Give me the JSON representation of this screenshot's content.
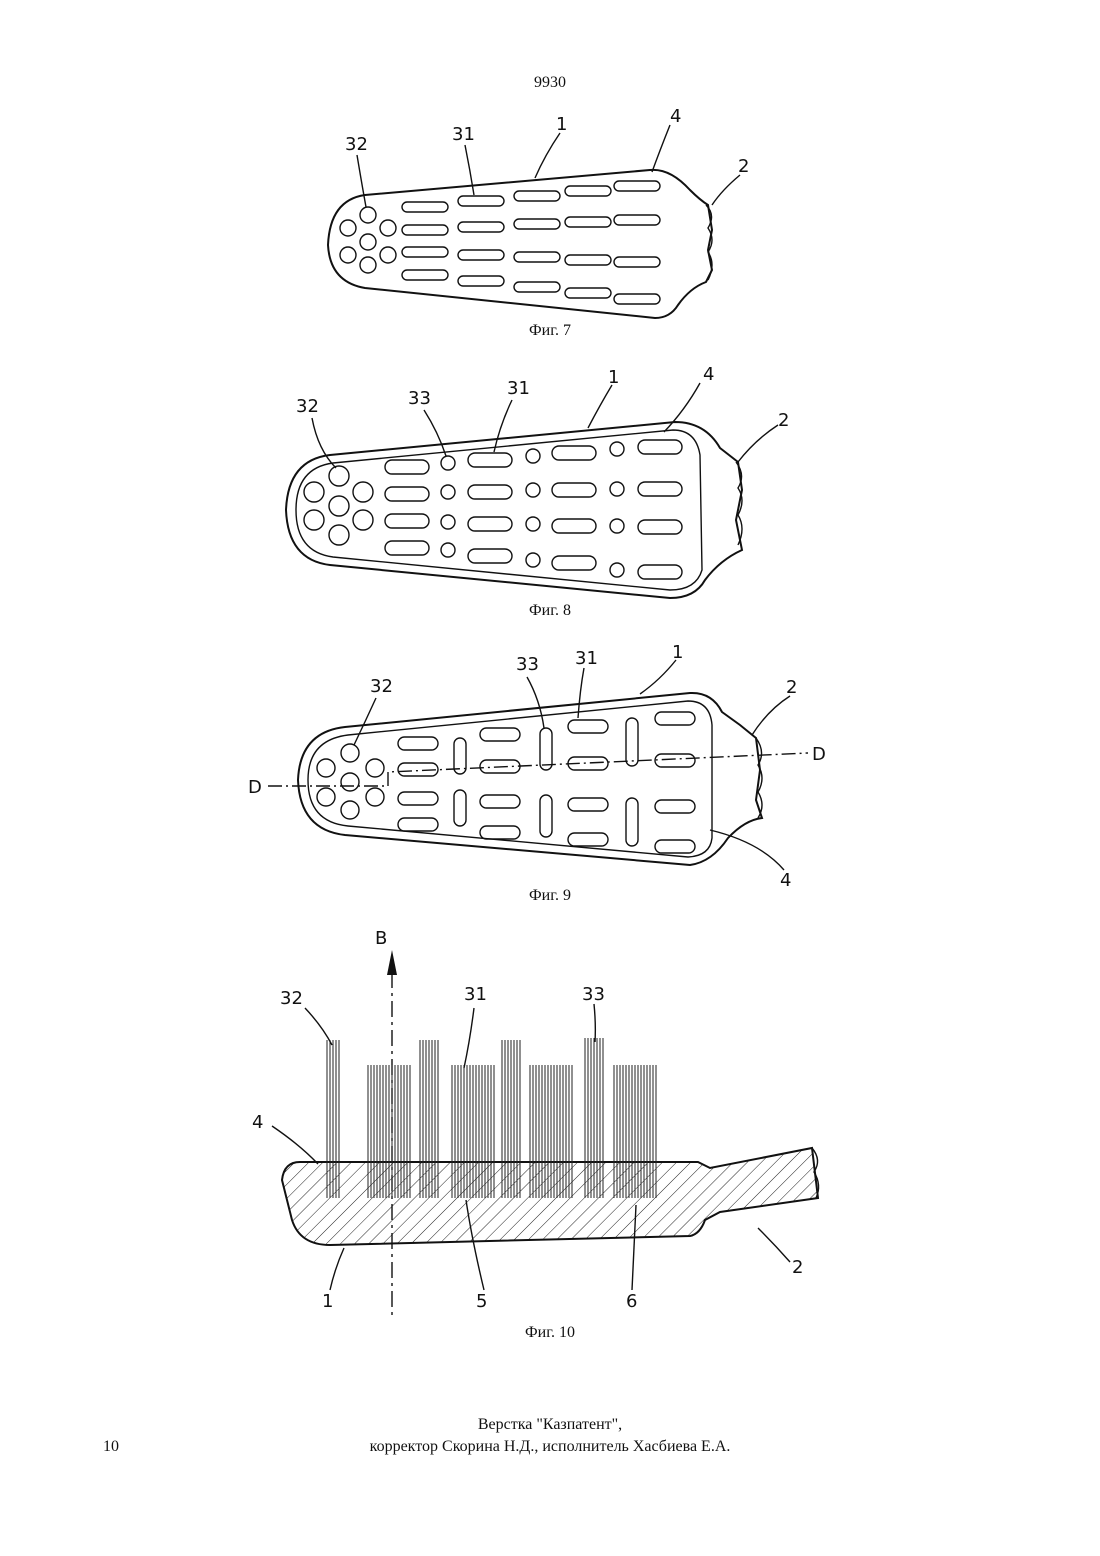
{
  "page": {
    "number": "9930",
    "sheet_number": "10"
  },
  "figures": {
    "fig7": {
      "caption": "Фиг. 7",
      "labels": [
        "32",
        "31",
        "1",
        "4",
        "2"
      ]
    },
    "fig8": {
      "caption": "Фиг. 8",
      "labels": [
        "32",
        "33",
        "31",
        "1",
        "4",
        "2"
      ]
    },
    "fig9": {
      "caption": "Фиг. 9",
      "labels": [
        "32",
        "33",
        "31",
        "1",
        "2",
        "D",
        "D",
        "4"
      ]
    },
    "fig10": {
      "caption": "Фиг. 10",
      "labels": [
        "B",
        "32",
        "31",
        "33",
        "4",
        "1",
        "5",
        "6",
        "2"
      ]
    }
  },
  "footer": {
    "line1": "Верстка \"Казпатент\",",
    "line2": "корректор Скорина Н.Д., исполнитель Хасбиева Е.А."
  }
}
